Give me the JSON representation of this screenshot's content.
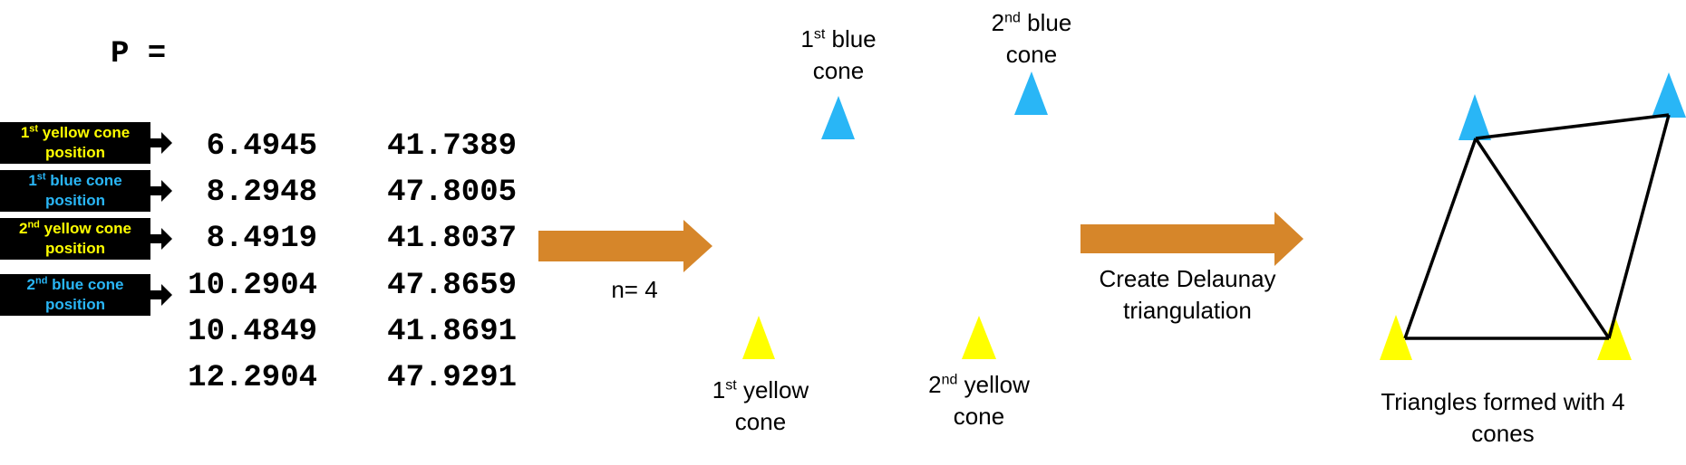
{
  "matrix": {
    "label": "P =",
    "rows": [
      [
        "6.4945",
        "41.7389"
      ],
      [
        "8.2948",
        "47.8005"
      ],
      [
        "8.4919",
        "41.8037"
      ],
      [
        "10.2904",
        "47.8659"
      ],
      [
        "10.4849",
        "41.8691"
      ],
      [
        "12.2904",
        "47.9291"
      ]
    ]
  },
  "row_labels": [
    {
      "num": "1",
      "sup": "st",
      "rest": " yellow cone",
      "line2": "position",
      "color": "yellow"
    },
    {
      "num": "1",
      "sup": "st",
      "rest": " blue cone",
      "line2": "position",
      "color": "blue"
    },
    {
      "num": "2",
      "sup": "nd",
      "rest": " yellow cone",
      "line2": "position",
      "color": "yellow"
    },
    {
      "num": "2",
      "sup": "nd",
      "rest": " blue cone",
      "line2": "position",
      "color": "blue"
    }
  ],
  "step1": {
    "n_label": "n= 4"
  },
  "cones": {
    "blue1": {
      "num": "1",
      "sup": "st",
      "rest": " blue",
      "line2": "cone"
    },
    "blue2": {
      "num": "2",
      "sup": "nd",
      "rest": " blue",
      "line2": "cone"
    },
    "yellow1": {
      "num": "1",
      "sup": "st",
      "rest": " yellow",
      "line2": "cone"
    },
    "yellow2": {
      "num": "2",
      "sup": "nd",
      "rest": " yellow",
      "line2": "cone"
    }
  },
  "step2": {
    "line1": "Create Delaunay",
    "line2": "triangulation"
  },
  "result": {
    "line1": "Triangles formed with 4",
    "line2": "cones"
  },
  "colors": {
    "arrow": "#d6862a",
    "blue_cone": "#29b6f6",
    "yellow_cone": "#ffff00",
    "label_bg": "#000000"
  }
}
